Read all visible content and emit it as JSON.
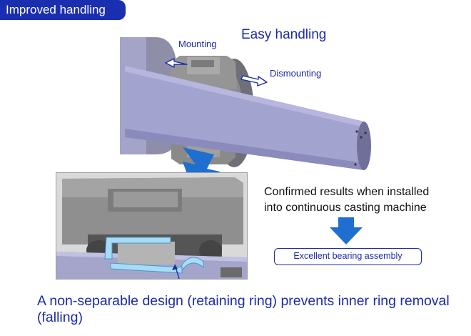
{
  "badge": {
    "label": "Improved handling"
  },
  "labels": {
    "mounting": "Mounting",
    "dismounting": "Dismounting",
    "easy_handling": "Easy handling"
  },
  "note": {
    "line1": "Confirmed results when installed",
    "line2": "into continuous casting machine"
  },
  "result": {
    "label": "Excellent bearing assembly"
  },
  "caption": {
    "text": "A non-separable design (retaining ring) prevents inner ring removal (falling)"
  },
  "colors": {
    "badge_bg": "#1a2fb0",
    "text_blue": "#1c2ba8",
    "arrow_blue": "#1f6fd0",
    "shaft": "#9f9fcc",
    "housing": "#8c8c8c",
    "highlight_ring": "#a8dcf5"
  },
  "icons": [
    "mounting-arrow-icon",
    "dismounting-arrow-icon",
    "down-arrow-icon",
    "result-arrow-icon"
  ]
}
